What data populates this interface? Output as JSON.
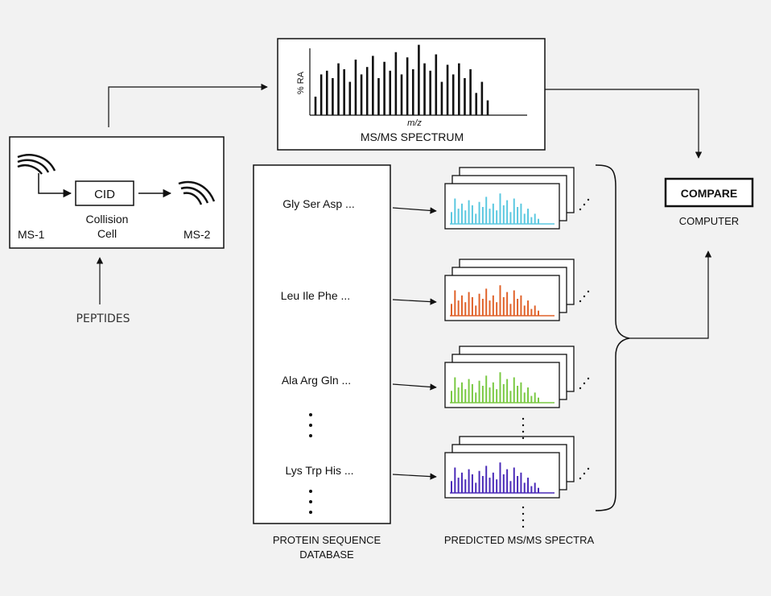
{
  "spectrum": {
    "y_label": "% RA",
    "x_label": "m/z",
    "caption": "MS/MS SPECTRUM",
    "peaks": [
      0.25,
      0.55,
      0.6,
      0.5,
      0.7,
      0.62,
      0.45,
      0.75,
      0.55,
      0.65,
      0.8,
      0.5,
      0.72,
      0.6,
      0.85,
      0.55,
      0.78,
      0.62,
      0.95,
      0.7,
      0.6,
      0.82,
      0.45,
      0.68,
      0.55,
      0.7,
      0.5,
      0.62,
      0.3,
      0.45,
      0.2
    ]
  },
  "instrument": {
    "cid_label": "CID",
    "cell_label_1": "Collision",
    "cell_label_2": "Cell",
    "ms1_label": "MS-1",
    "ms2_label": "MS-2"
  },
  "peptides_label": "PEPTIDES",
  "database": {
    "sequences": [
      "Gly Ser Asp ...",
      "Leu Ile Phe ...",
      "Ala Arg Gln ...",
      "Lys Trp His ..."
    ],
    "caption_1": "PROTEIN SEQUENCE",
    "caption_2": "DATABASE"
  },
  "predicted": {
    "caption": "PREDICTED MS/MS SPECTRA",
    "colors": [
      "#5bc8e0",
      "#e0622a",
      "#7ac943",
      "#4a2bb8"
    ],
    "peaks": [
      0.35,
      0.75,
      0.45,
      0.6,
      0.4,
      0.7,
      0.55,
      0.3,
      0.65,
      0.5,
      0.8,
      0.45,
      0.6,
      0.4,
      0.9,
      0.55,
      0.7,
      0.35,
      0.75,
      0.5,
      0.6,
      0.3,
      0.45,
      0.2,
      0.3,
      0.15
    ]
  },
  "compare": {
    "button_label": "COMPARE",
    "caption": "COMPUTER"
  }
}
